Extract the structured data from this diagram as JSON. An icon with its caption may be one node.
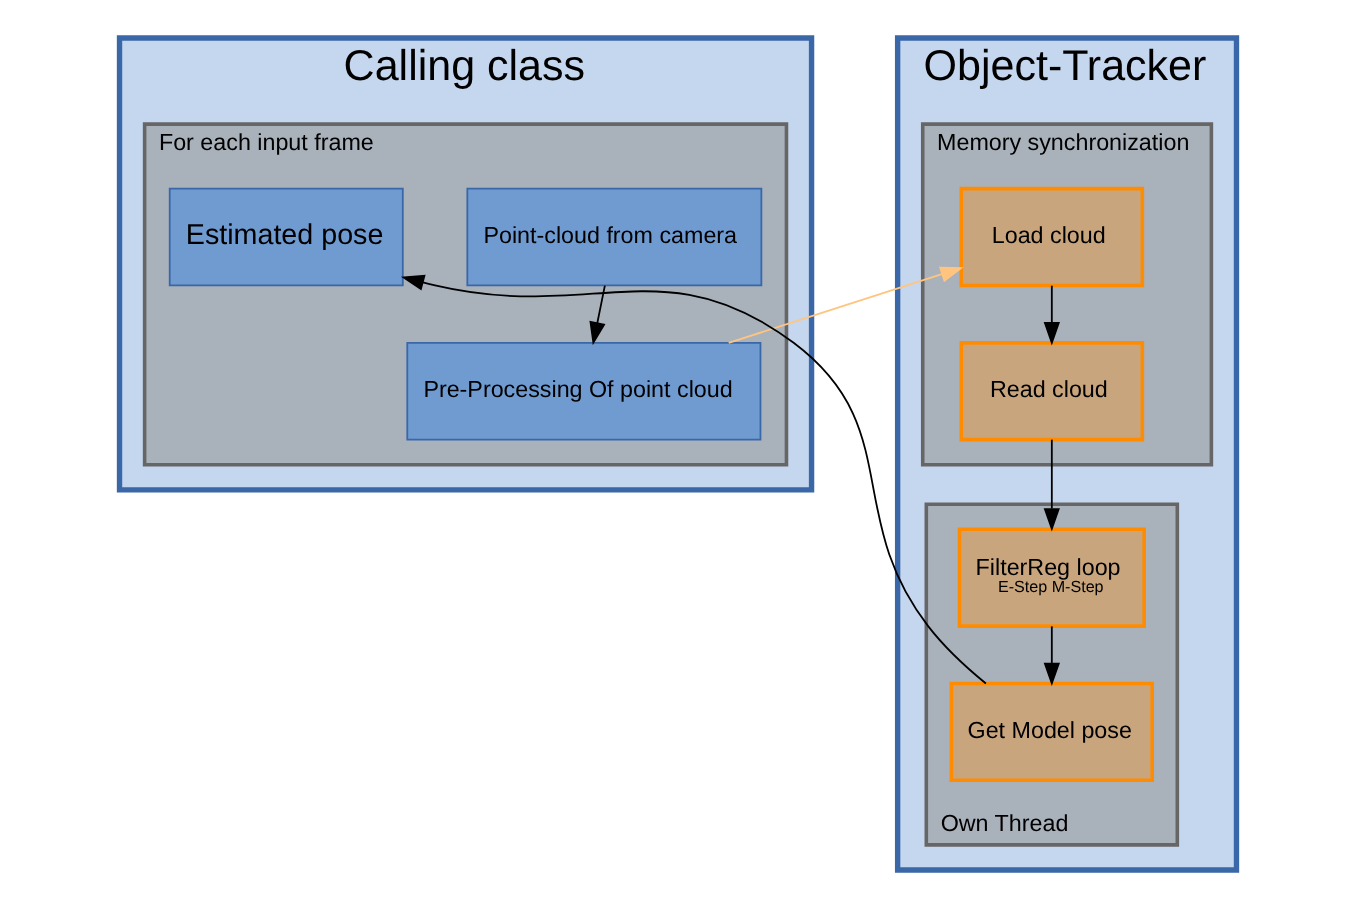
{
  "diagram": {
    "nodes": [
      {
        "text": [
          "Calling class"
        ]
      },
      {
        "text": [
          "For each input frame"
        ],
        "in": 0
      },
      {
        "text": [
          "Point-cloud from camera"
        ],
        "in": 1
      },
      {
        "text": [
          "Pre-Processing Of point cloud"
        ],
        "in": 1
      },
      {
        "text": [
          "Estimated pose"
        ],
        "in": 1
      },
      {
        "text": [
          "Object-Tracker"
        ]
      },
      {
        "text": [
          "Memory synchronization"
        ],
        "in": 5
      },
      {
        "text": [
          "Load cloud"
        ],
        "in": 6
      },
      {
        "text": [
          "Read cloud"
        ],
        "in": 6
      },
      {
        "text": [
          "Own Thread"
        ],
        "in": 5
      },
      {
        "text": [
          "FilterReg loop",
          "E-Step M-Step"
        ],
        "in": 9
      },
      {
        "text": [
          "Get Model pose"
        ],
        "in": 9
      }
    ],
    "edges": [
      {
        "from": 2,
        "to": 3,
        "arrow": "to"
      },
      {
        "from": 3,
        "to": 7,
        "arrow": "to",
        "color": "#ffc580"
      },
      {
        "from": 7,
        "to": 8,
        "arrow": "to"
      },
      {
        "from": 8,
        "to": 10,
        "arrow": "to"
      },
      {
        "from": 10,
        "to": 11,
        "arrow": "to"
      },
      {
        "from": 11,
        "to": 4,
        "arrow": "to"
      }
    ]
  }
}
